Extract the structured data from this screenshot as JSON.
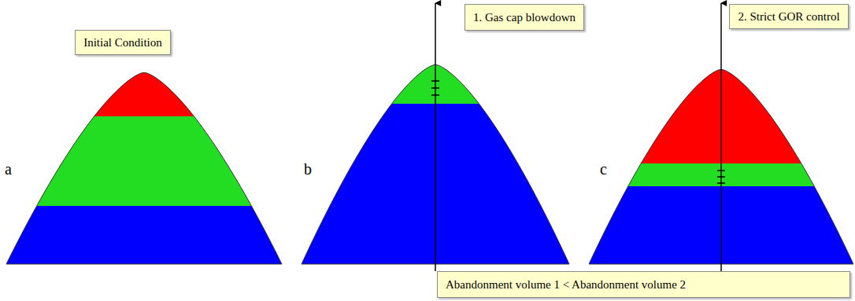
{
  "diagram": {
    "nodes": [
      {
        "text": [
          "Initial Condition"
        ]
      },
      {
        "text": [
          "1. Gas cap blowdown"
        ]
      },
      {
        "text": [
          "2. Strict GOR control"
        ]
      },
      {
        "text": [
          "Abandonment volume 1 < Abandonment volume 2"
        ]
      }
    ],
    "labels": [
      "a",
      "b",
      "c"
    ]
  }
}
